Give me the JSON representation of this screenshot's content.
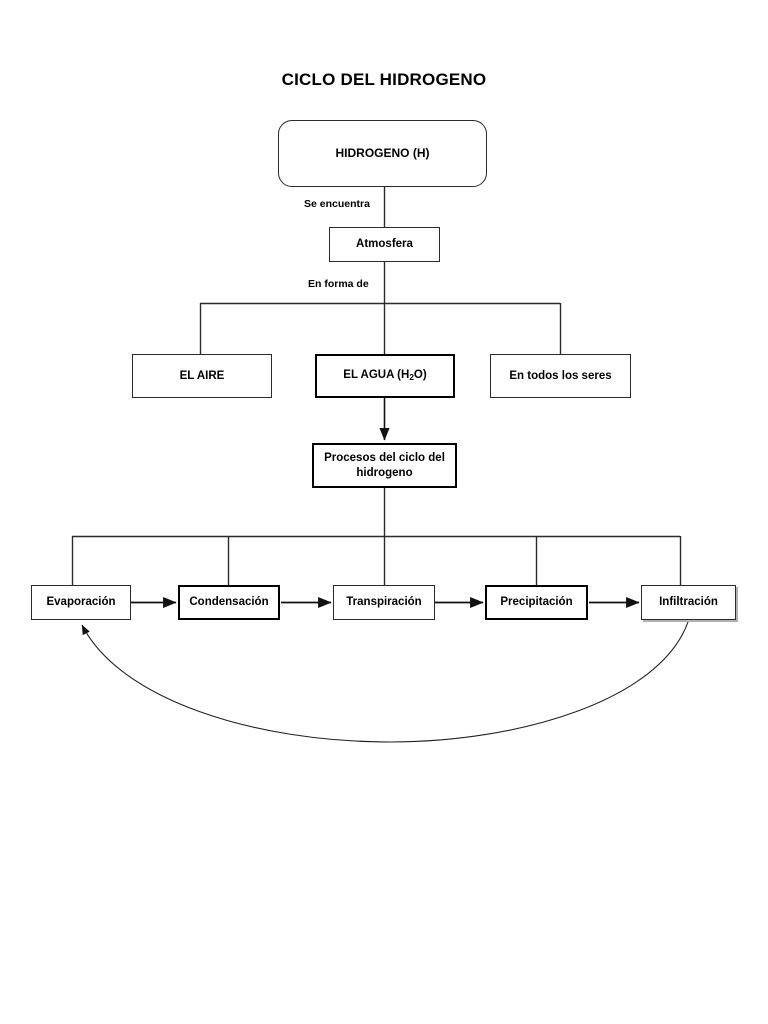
{
  "document": {
    "title": "CICLO DEL HIDROGENO",
    "language": "es"
  },
  "diagram": {
    "type": "flowchart",
    "orientation": "top-down",
    "nodes": [
      {
        "id": "hidrogeno",
        "label": "HIDROGENO (H)",
        "shape": "rounded-rect",
        "border": "thin"
      },
      {
        "id": "atmosfera",
        "label": "Atmosfera",
        "shape": "rect",
        "border": "thin"
      },
      {
        "id": "el-aire",
        "label": "EL AIRE",
        "shape": "rect",
        "border": "thin"
      },
      {
        "id": "el-agua",
        "label": "EL AGUA (H2O)",
        "shape": "rect",
        "border": "bold"
      },
      {
        "id": "todos-los-seres",
        "label": "En todos los seres",
        "shape": "rect",
        "border": "thin"
      },
      {
        "id": "procesos",
        "label": "Procesos del ciclo del hidrogeno",
        "shape": "rect",
        "border": "bold"
      },
      {
        "id": "evaporacion",
        "label": "Evaporación",
        "shape": "rect",
        "border": "thin"
      },
      {
        "id": "condensacion",
        "label": "Condensación",
        "shape": "rect",
        "border": "bold"
      },
      {
        "id": "transpiracion",
        "label": "Transpiración",
        "shape": "rect",
        "border": "thin"
      },
      {
        "id": "precipitacion",
        "label": "Precipitación",
        "shape": "rect",
        "border": "bold"
      },
      {
        "id": "infiltracion",
        "label": "Infiltración",
        "shape": "rect",
        "border": "thin"
      }
    ],
    "edge_labels": [
      {
        "id": "se-encuentra",
        "text": "Se encuentra",
        "from": "hidrogeno",
        "to": "atmosfera"
      },
      {
        "id": "en-forma-de",
        "text": "En forma de",
        "from": "atmosfera",
        "to": "el-aire/el-agua/todos-los-seres"
      }
    ],
    "process_sequence": [
      "Evaporación",
      "Condensación",
      "Transpiración",
      "Precipitación",
      "Infiltración"
    ],
    "cycle_return": {
      "from": "infiltracion",
      "to": "evaporacion",
      "style": "curved-arc"
    },
    "colors": {
      "background": "#ffffff",
      "stroke": "#2b2b2b",
      "stroke_bold": "#000000",
      "text": "#000000"
    }
  }
}
